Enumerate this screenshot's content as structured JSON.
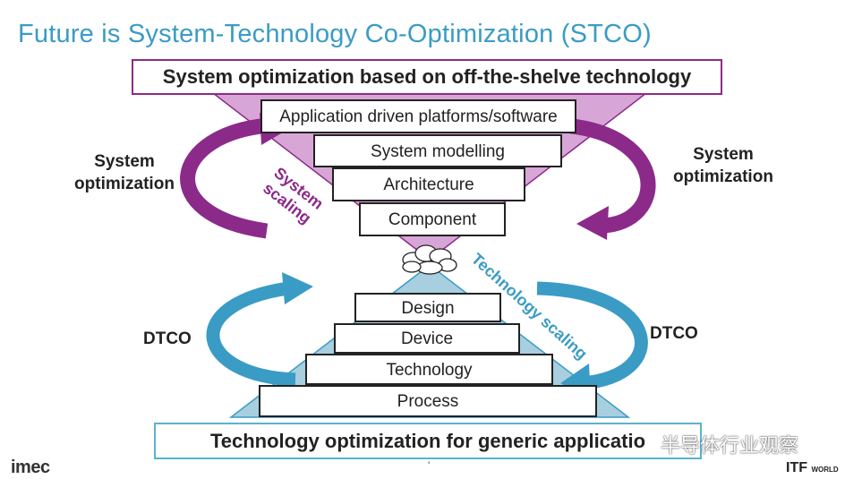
{
  "title": "Future is System-Technology Co-Optimization (STCO)",
  "top_banner": "System optimization based on off-the-shelve technology",
  "bottom_banner": "Technology optimization for generic applicatio",
  "system_stack": [
    "Application driven platforms/software",
    "System modelling",
    "Architecture",
    "Component"
  ],
  "technology_stack": [
    "Design",
    "Device",
    "Technology",
    "Process"
  ],
  "left_system_label": [
    "System",
    "optimization"
  ],
  "right_system_label": [
    "System",
    "optimization"
  ],
  "system_scaling_label": [
    "System",
    "scaling"
  ],
  "technology_scaling_label": "Technology scaling",
  "dtco_left": "DTCO",
  "dtco_right": "DTCO",
  "footer": {
    "logo": "imec",
    "page": "'",
    "watermark": "半导体行业观察",
    "itf_logo": "ITF",
    "itf_sub": "WORLD"
  },
  "colors": {
    "purple": "#8c2a8a",
    "purple_fill": "#d8a6d6",
    "blue": "#3a9cc4",
    "blue_fill": "#a8cfe0",
    "title": "#3a9cc4"
  }
}
